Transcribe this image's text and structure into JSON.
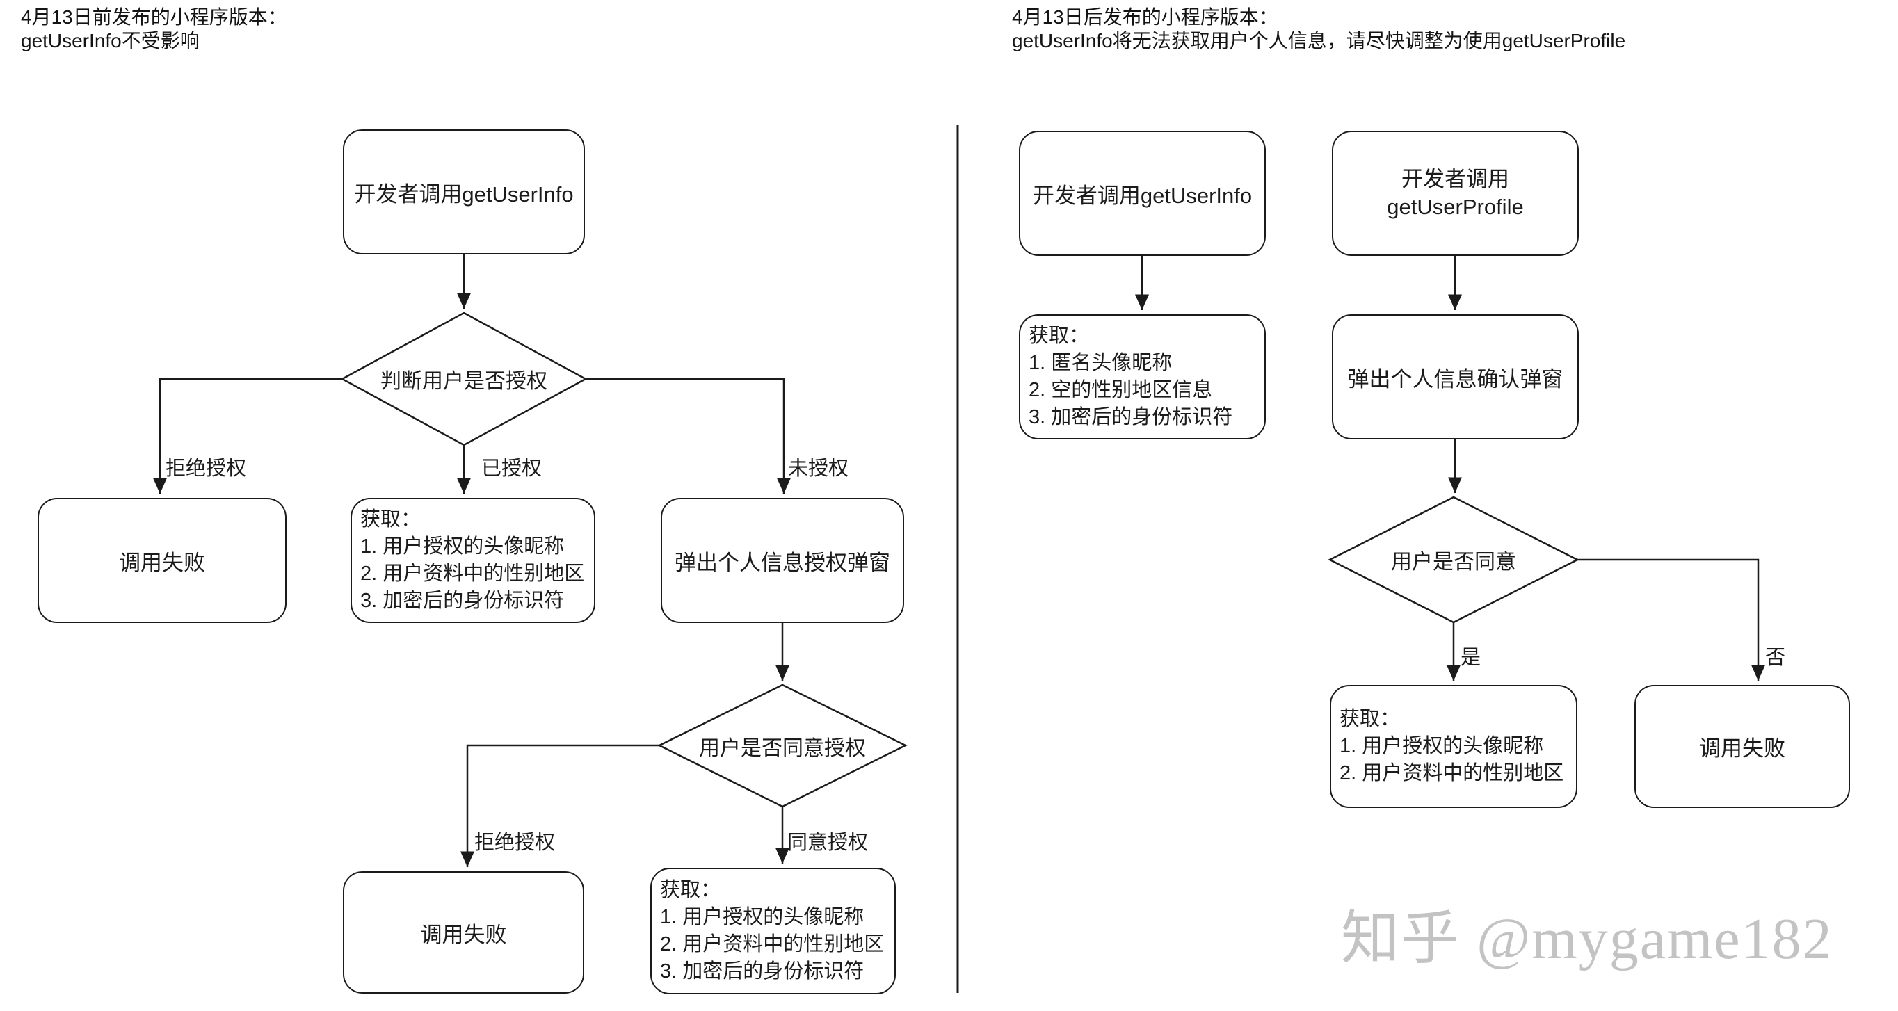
{
  "left_panel": {
    "header_line1": "4月13日前发布的小程序版本：",
    "header_line2": "getUserInfo不受影响",
    "start_node": "开发者调用getUserInfo",
    "decision_authorized": "判断用户是否授权",
    "label_rejected": "拒绝授权",
    "label_authorized": "已授权",
    "label_not_authorized": "未授权",
    "fail_node_top": "调用失败",
    "acquire_authorized_lines": [
      "获取：",
      "1. 用户授权的头像昵称",
      "2. 用户资料中的性别地区",
      "3. 加密后的身份标识符"
    ],
    "popup_node": "弹出个人信息授权弹窗",
    "decision_agree": "用户是否同意授权",
    "label_rejected2": "拒绝授权",
    "label_agreed": "同意授权",
    "fail_node_bottom": "调用失败",
    "acquire_agreed_lines": [
      "获取：",
      "1. 用户授权的头像昵称",
      "2. 用户资料中的性别地区",
      "3. 加密后的身份标识符"
    ]
  },
  "right_panel": {
    "header_line1": "4月13日后发布的小程序版本：",
    "header_line2": "getUserInfo将无法获取用户个人信息，请尽快调整为使用getUserProfile",
    "start_getuserinfo": "开发者调用getUserInfo",
    "start_getuserprofile_line1": "开发者调用",
    "start_getuserprofile_line2": "getUserProfile",
    "acquire_anonymous_lines": [
      "获取：",
      "1. 匿名头像昵称",
      "2. 空的性别地区信息",
      "3. 加密后的身份标识符"
    ],
    "popup_node": "弹出个人信息确认弹窗",
    "decision_agree": "用户是否同意",
    "label_yes": "是",
    "label_no": "否",
    "acquire_agreed_lines": [
      "获取：",
      "1. 用户授权的头像昵称",
      "2. 用户资料中的性别地区"
    ],
    "fail_node": "调用失败"
  },
  "watermark": "知乎 @mygame182",
  "colors": {
    "line": "#1b1b1b",
    "watermark": "#c3c3c3",
    "background": "#ffffff"
  }
}
